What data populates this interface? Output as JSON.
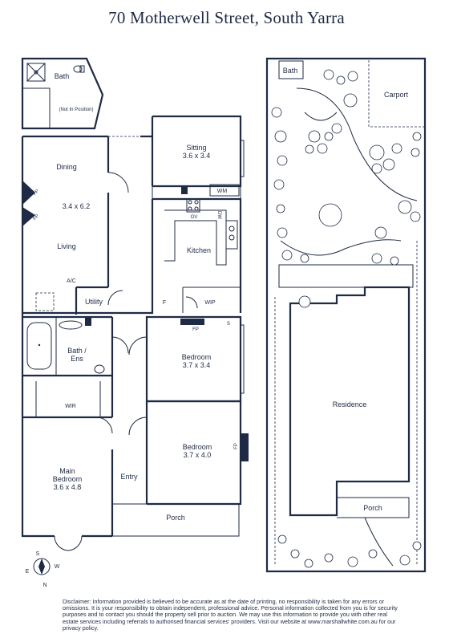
{
  "title": "70 Motherwell Street, South Yarra",
  "floor_plan": {
    "rooms": {
      "bath_outbuilding": "Bath",
      "not_in_position": "(Not In Position)",
      "dining": "Dining",
      "living_size": "3.4 x 6.2",
      "living": "Living",
      "sitting": "Sitting",
      "sitting_size": "3.6 x 3.4",
      "wm": "WM",
      "dw": "DW",
      "ov": "OV",
      "kitchen": "Kitchen",
      "ac": "A/C",
      "utility": "Utility",
      "f": "F",
      "wip": "WIP",
      "fp_left": "FP",
      "fp_left2": "FP",
      "fp_bed": "FP",
      "s": "S",
      "bath_ens": "Bath /",
      "ens": "Ens",
      "bedroom1": "Bedroom",
      "bedroom1_size": "3.7 x 3.4",
      "wir": "WIR",
      "bedroom2": "Bedroom",
      "bedroom2_size": "3.7 x 4.0",
      "fp_right": "FP",
      "main_bedroom": "Main",
      "main_bedroom2": "Bedroom",
      "main_bedroom_size": "3.6 x 4.8",
      "entry": "Entry",
      "porch": "Porch"
    },
    "compass": {
      "s": "S",
      "e": "E",
      "w": "W",
      "n": "N"
    }
  },
  "site_plan": {
    "bath": "Bath",
    "carport": "Carport",
    "residence": "Residence",
    "porch": "Porch"
  },
  "disclaimer": "Disclaimer: Information provided is believed to be accurate as at the date of printing, no responsibility is taken for any errors or omissions. It is your responsibility to obtain independent, professional advice. Personal information collected from you is for security purposes and to contact you should the property sell prior to auction. We may use this information to provide you with other real estate services including referrals to authorised financial services' providers. Visit our website at www.marshallwhite.com.au for our privacy policy."
}
